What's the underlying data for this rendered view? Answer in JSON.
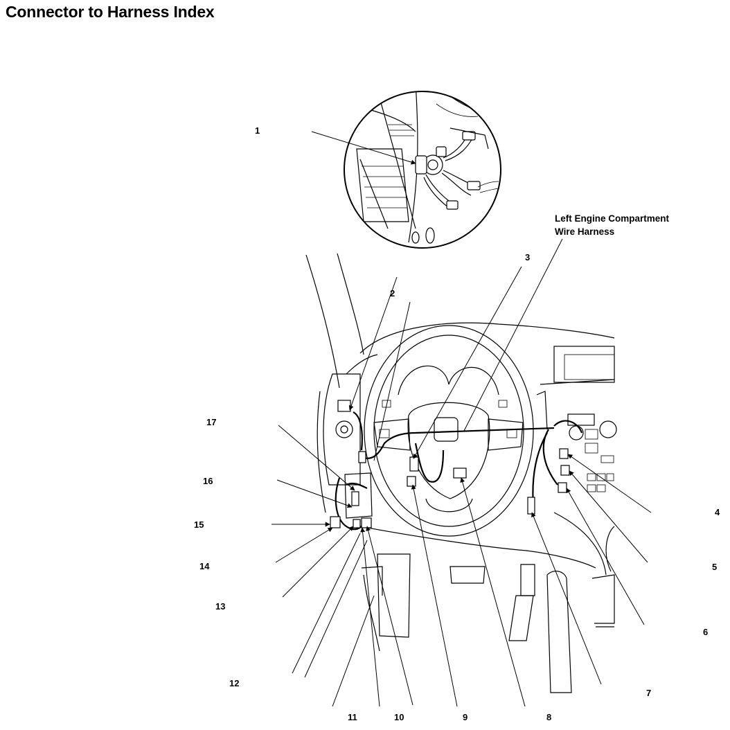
{
  "title": "Connector to Harness Index",
  "harness_label": [
    "Left Engine Compartment",
    "Wire Harness"
  ],
  "callouts": [
    {
      "id": "1",
      "label": "1"
    },
    {
      "id": "2",
      "label": "2"
    },
    {
      "id": "3",
      "label": "3"
    },
    {
      "id": "4",
      "label": "4"
    },
    {
      "id": "5",
      "label": "5"
    },
    {
      "id": "6",
      "label": "6"
    },
    {
      "id": "7",
      "label": "7"
    },
    {
      "id": "8",
      "label": "8"
    },
    {
      "id": "9",
      "label": "9"
    },
    {
      "id": "10",
      "label": "10"
    },
    {
      "id": "11",
      "label": "11"
    },
    {
      "id": "12",
      "label": "12"
    },
    {
      "id": "13",
      "label": "13"
    },
    {
      "id": "14",
      "label": "14"
    },
    {
      "id": "15",
      "label": "15"
    },
    {
      "id": "16",
      "label": "16"
    },
    {
      "id": "17",
      "label": "17"
    }
  ]
}
